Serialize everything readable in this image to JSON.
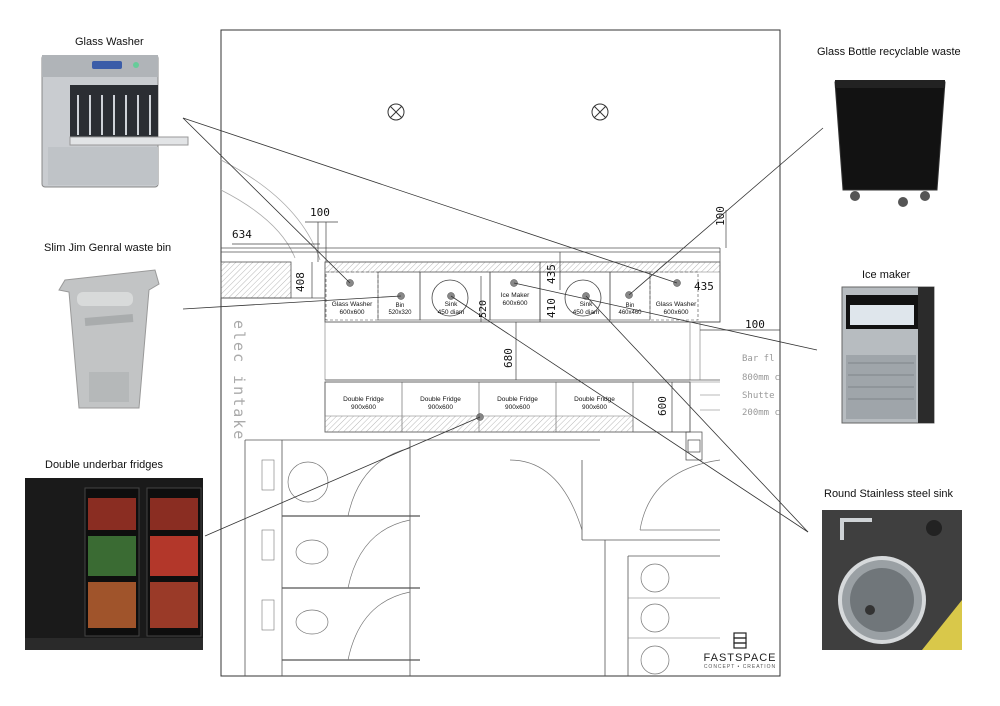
{
  "callouts": {
    "glass_washer": "Glass Washer",
    "slim_jim": "Slim Jim Genral waste bin",
    "double_fridges": "Double underbar fridges",
    "glass_bottle": "Glass Bottle recyclable waste",
    "ice_maker": "Ice maker",
    "round_sink": "Round Stainless steel sink"
  },
  "equipment": {
    "glass_washer_left": [
      "Glass Washer",
      "600x600"
    ],
    "bin": [
      "Bin",
      "520x320"
    ],
    "sink_left": [
      "Sink",
      "450 diam"
    ],
    "ice_maker": [
      "Ice Maker",
      "600x600"
    ],
    "sink_right": [
      "Sink",
      "450 diam"
    ],
    "bin_right": [
      "Bin",
      "460x460"
    ],
    "glass_washer_right": [
      "Glass Washer",
      "600x600"
    ],
    "fridges": [
      [
        "Double Fridge",
        "900x600"
      ],
      [
        "Double Fridge",
        "900x600"
      ],
      [
        "Double Fridge",
        "900x600"
      ],
      [
        "Double Fridge",
        "900x600"
      ]
    ]
  },
  "dimensions": {
    "d100_top": "100",
    "d634": "634",
    "d408": "408",
    "d435_v": "435",
    "d410": "410",
    "d520": "520",
    "d680": "680",
    "d435_h": "435",
    "d100_right_v": "100",
    "d100_right_h": "100",
    "d600": "600"
  },
  "plan_labels": {
    "elec_intake": "elec intake",
    "bar_fl": "Bar fl",
    "mm800": "800mm c",
    "shutter": "Shutte",
    "mm200": "200mm c"
  },
  "logo": {
    "name": "FASTSPACE",
    "tagline": "CONCEPT • CREATION"
  }
}
